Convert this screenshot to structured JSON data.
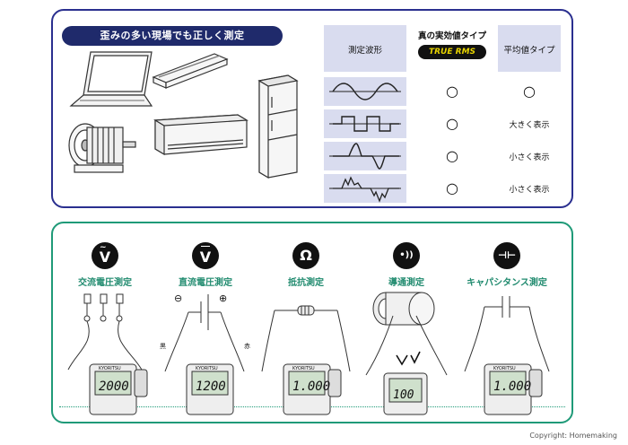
{
  "banner": "歪みの多い現場でも正しく測定",
  "table": {
    "header_waveform": "測定波形",
    "header_true": "真の実効値タイプ",
    "true_logo": "TRUE RMS",
    "header_avg": "平均値タイプ",
    "rows": [
      {
        "true_mark": "○",
        "avg": "○"
      },
      {
        "true_mark": "○",
        "avg": "大きく表示"
      },
      {
        "true_mark": "○",
        "avg": "小さく表示"
      },
      {
        "true_mark": "○",
        "avg": "小さく表示"
      }
    ]
  },
  "functions": [
    {
      "label": "交流電圧測定",
      "icon": "V",
      "readout": "2000"
    },
    {
      "label": "直流電圧測定",
      "icon": "V",
      "readout": "1200",
      "neg": "⊖",
      "pos": "⊕",
      "black": "黒",
      "red": "赤"
    },
    {
      "label": "抵抗測定",
      "icon": "Ω",
      "readout": "1.000"
    },
    {
      "label": "導通測定",
      "icon": "•))",
      "readout": "100"
    },
    {
      "label": "キャパシタンス測定",
      "icon": "⊣⊢",
      "readout": "1.000"
    }
  ],
  "meter_brand": "KYORITSU",
  "copyright": "Copyright: Homemaking"
}
